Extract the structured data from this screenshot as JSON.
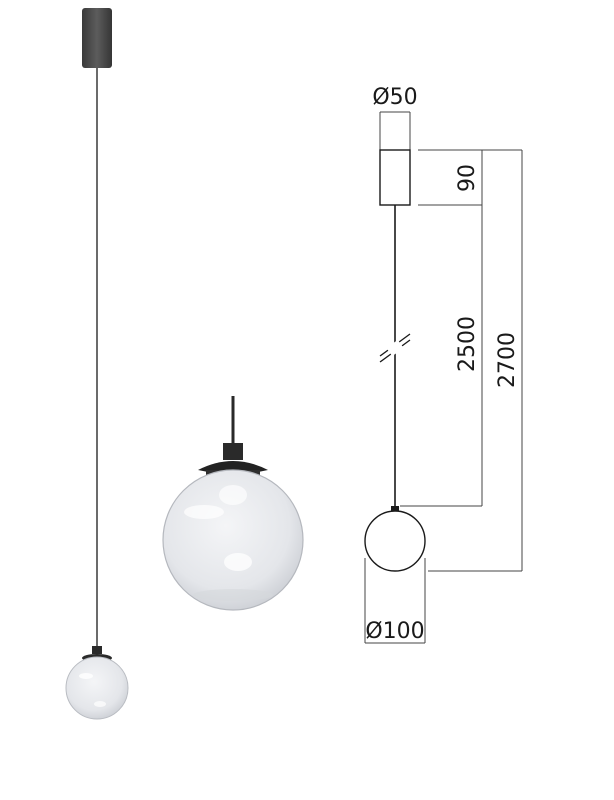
{
  "drawing": {
    "canopy_diameter": "Ø50",
    "canopy_height": "90",
    "cable_length": "2500",
    "total_height": "2700",
    "globe_diameter": "Ø100"
  },
  "colors": {
    "lamp_black": "#2a2a2a",
    "canopy_grey": "#4a4a4a",
    "glass_tint": "#e6e8ec",
    "line": "#444444"
  }
}
